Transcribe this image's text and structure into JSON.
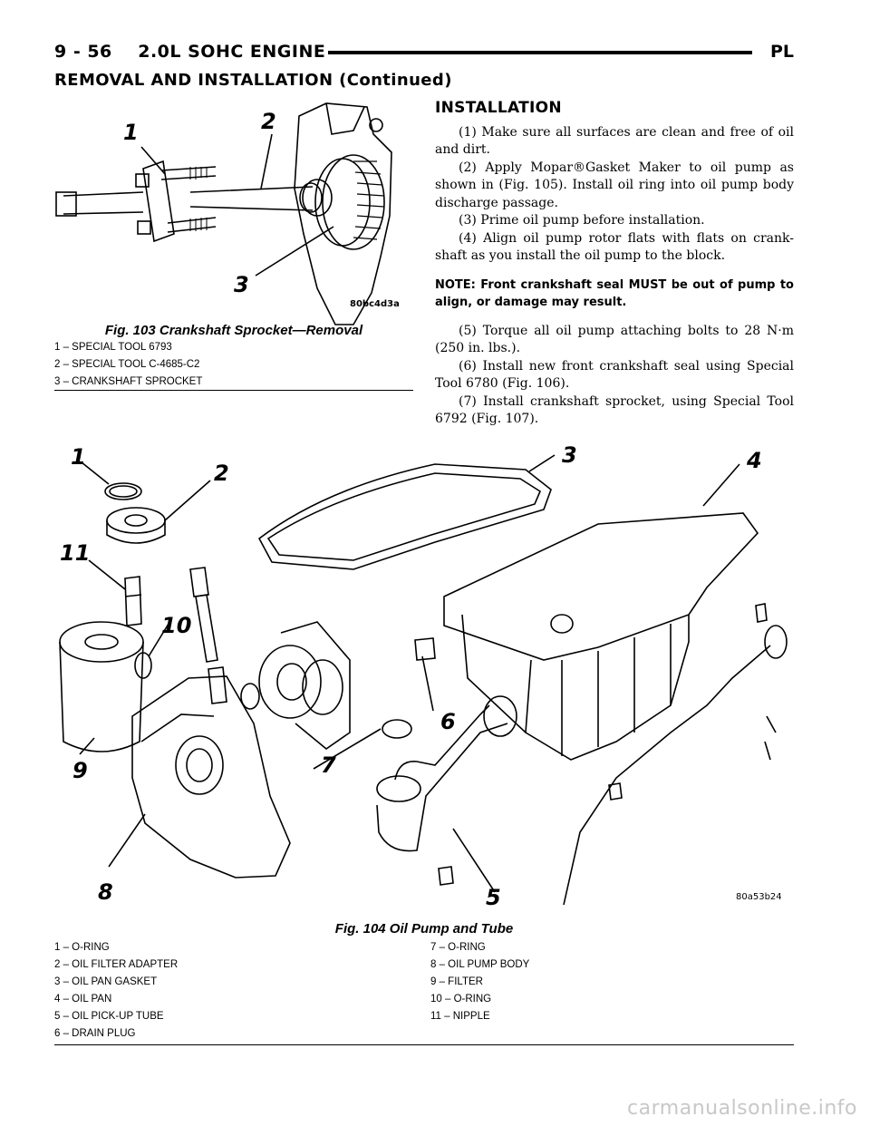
{
  "header": {
    "page_label": "9 - 56    2.0L SOHC ENGINE",
    "code": "PL",
    "continued": "REMOVAL AND INSTALLATION (Continued)"
  },
  "figure103": {
    "callouts": [
      "1",
      "2",
      "3"
    ],
    "image_code": "80bc4d3a",
    "caption": "Fig. 103 Crankshaft Sprocket—Removal",
    "legend": [
      "1 – SPECIAL TOOL 6793",
      "2 – SPECIAL TOOL C-4685-C2",
      "3 – CRANKSHAFT SPROCKET"
    ]
  },
  "installation": {
    "heading": "INSTALLATION",
    "steps": [
      "(1) Make sure all surfaces are clean and free of oil and dirt.",
      "(2) Apply Mopar®Gasket Maker to oil pump as shown in (Fig. 105). Install oil ring into oil pump body discharge passage.",
      "(3) Prime oil pump before installation.",
      "(4) Align oil pump rotor flats with flats on crank-shaft as you install the oil pump to the block."
    ],
    "note": "NOTE: Front crankshaft seal MUST be out of pump to align, or damage may result.",
    "steps2": [
      "(5) Torque all oil pump attaching bolts to 28 N·m (250 in. lbs.).",
      "(6) Install new front crankshaft seal using Special Tool 6780 (Fig. 106).",
      "(7) Install crankshaft sprocket, using Special Tool 6792 (Fig. 107)."
    ]
  },
  "figure104": {
    "callouts": [
      "1",
      "2",
      "3",
      "4",
      "5",
      "6",
      "7",
      "8",
      "9",
      "10",
      "11"
    ],
    "image_code": "80a53b24",
    "caption": "Fig. 104 Oil Pump and Tube",
    "legend_left": [
      "1 – O-RING",
      "2 – OIL FILTER ADAPTER",
      "3 – OIL PAN GASKET",
      "4 – OIL PAN",
      "5 – OIL PICK-UP TUBE",
      "6 – DRAIN PLUG"
    ],
    "legend_right": [
      "7 – O-RING",
      "8 – OIL PUMP BODY",
      "9 – FILTER",
      "10 – O-RING",
      "11 – NIPPLE"
    ]
  },
  "watermark": "carmanualsonline.info"
}
